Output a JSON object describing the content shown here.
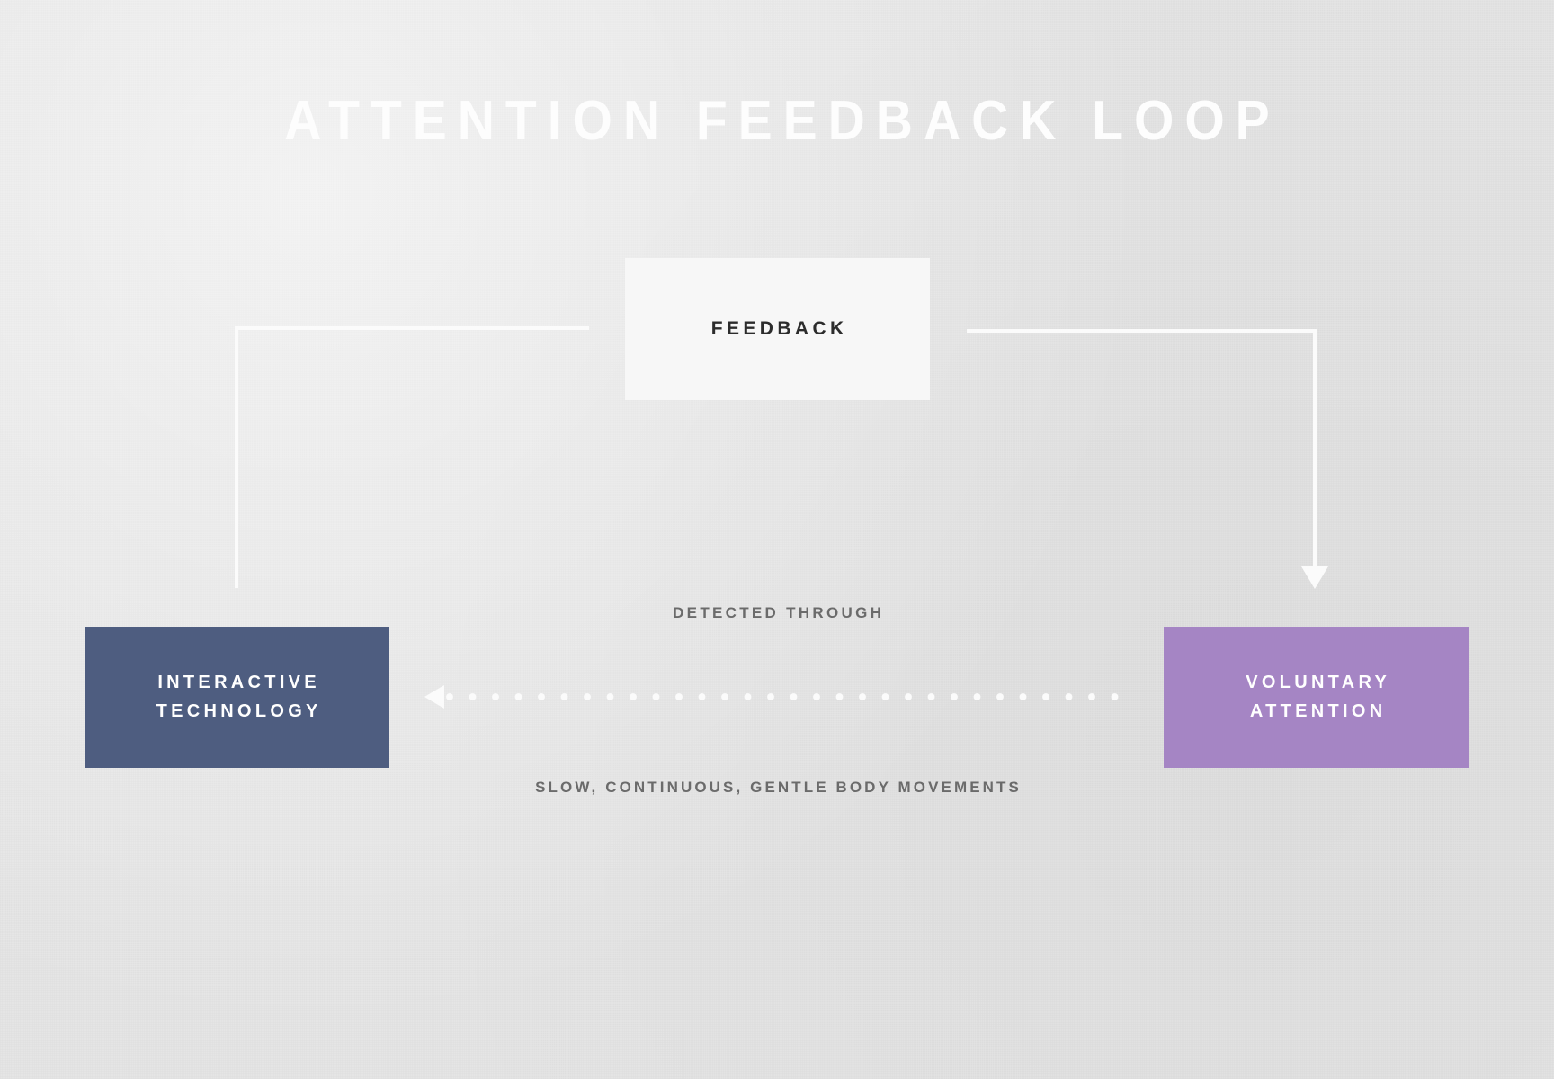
{
  "diagram": {
    "title": "ATTENTION FEEDBACK LOOP",
    "background_color": "#e5e5e5",
    "nodes": [
      {
        "id": "feedback",
        "label": "FEEDBACK",
        "fill_color": "#f7f7f7",
        "text_color": "#2c2c2c"
      },
      {
        "id": "interactive-technology",
        "label": "INTERACTIVE TECHNOLOGY",
        "line1": "INTERACTIVE",
        "line2": "TECHNOLOGY",
        "fill_color": "#4e5d80",
        "text_color": "#ffffff"
      },
      {
        "id": "voluntary-attention",
        "label": "VOLUNTARY ATTENTION",
        "line1": "VOLUNTARY",
        "line2": "ATTENTION",
        "fill_color": "#a585c4",
        "text_color": "#ffffff"
      }
    ],
    "edges": [
      {
        "id": "feedback-to-interactive-technology",
        "from": "feedback",
        "to": "interactive-technology",
        "style": "solid-elbow",
        "color": "#fbfbfb",
        "label": ""
      },
      {
        "id": "feedback-to-voluntary-attention",
        "from": "feedback",
        "to": "voluntary-attention",
        "style": "solid-elbow-arrow",
        "color": "#fbfbfb",
        "label": ""
      },
      {
        "id": "voluntary-attention-to-interactive-technology",
        "from": "voluntary-attention",
        "to": "interactive-technology",
        "style": "dotted-arrow",
        "color": "#fbfbfb",
        "label_above": "DETECTED THROUGH",
        "label_below": "SLOW, CONTINUOUS, GENTLE BODY MOVEMENTS"
      }
    ],
    "labels": {
      "detected_through": "DETECTED THROUGH",
      "body_movements": "SLOW, CONTINUOUS, GENTLE BODY MOVEMENTS",
      "label_color": "#6b6b6b"
    }
  }
}
